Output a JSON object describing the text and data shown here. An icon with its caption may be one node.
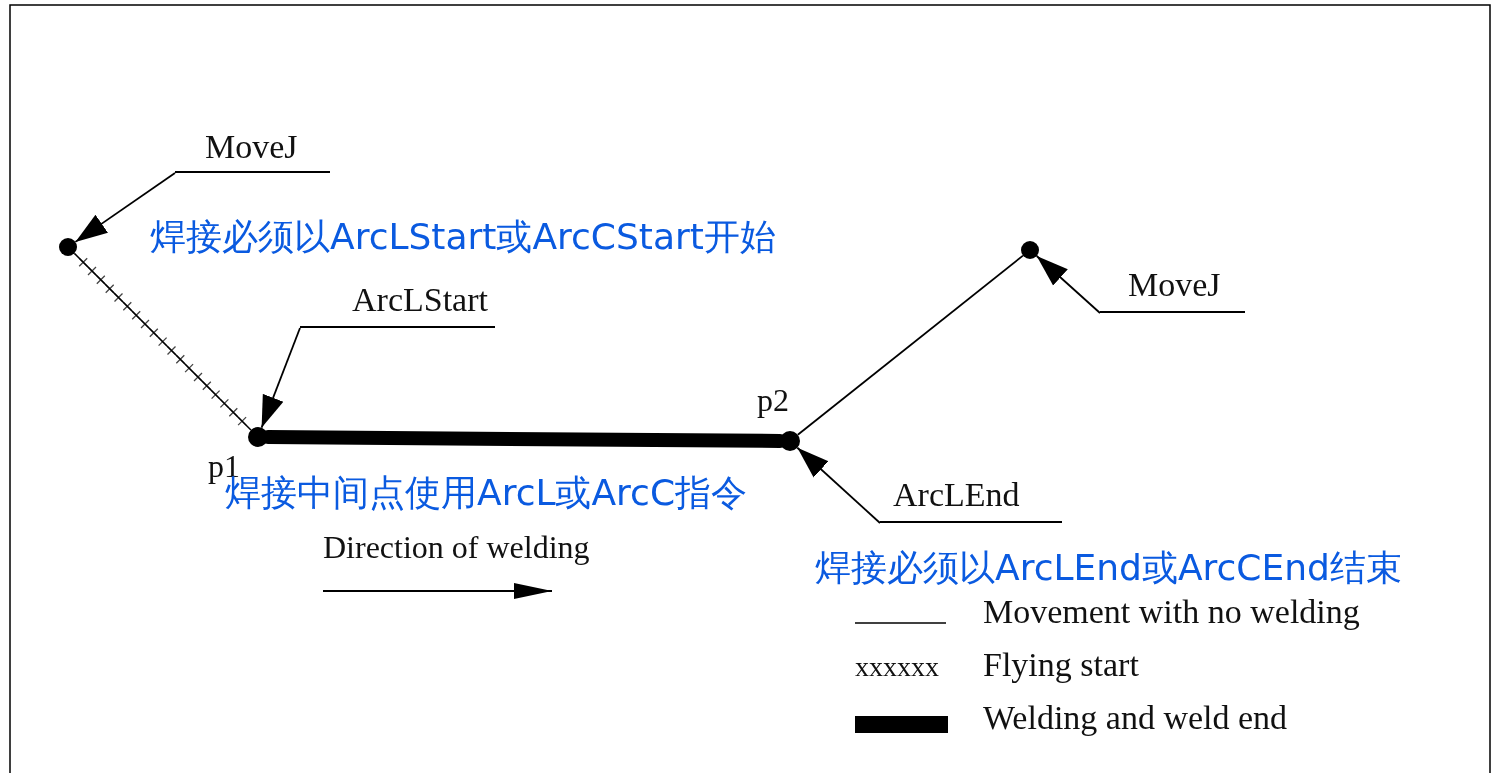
{
  "diagram": {
    "nodes": [
      {
        "text": [
          "MoveJ"
        ]
      },
      {
        "text": [],
        "shape": "circle"
      },
      {
        "text": [
          "ArcLStart"
        ]
      },
      {
        "text": [],
        "shape": "circle"
      },
      {
        "text": [
          "MoveJ"
        ]
      },
      {
        "text": [],
        "shape": "circle",
        "beside": [
          "p1"
        ]
      },
      {
        "text": [],
        "shape": "circle",
        "beside": [
          "p2"
        ]
      },
      {
        "text": [
          "ArcLEnd"
        ]
      }
    ],
    "edges": [
      {
        "from": 1,
        "to": 5,
        "arrow": "none"
      },
      {
        "from": 5,
        "to": 6,
        "arrow": "none",
        "style": "thick"
      },
      {
        "from": 6,
        "to": 3,
        "arrow": "none"
      },
      {
        "from": 0,
        "to": 1,
        "arrow": "to"
      },
      {
        "from": 2,
        "to": 5,
        "arrow": "to"
      },
      {
        "from": 4,
        "to": 3,
        "arrow": "to"
      },
      {
        "from": 7,
        "to": 6,
        "arrow": "to"
      }
    ],
    "labels": [
      "焊接必须以ArcLStart或ArcCStart开始",
      "焊接中间点使用ArcL或ArcC指令",
      "Direction of welding",
      "焊接必须以ArcLEnd或ArcCEnd结束",
      "xxxxxx"
    ],
    "legend": [
      {
        "text": "Movement with no welding"
      },
      {
        "text": "Flying start"
      },
      {
        "text": "Welding and weld end",
        "color": "#000000"
      }
    ]
  }
}
